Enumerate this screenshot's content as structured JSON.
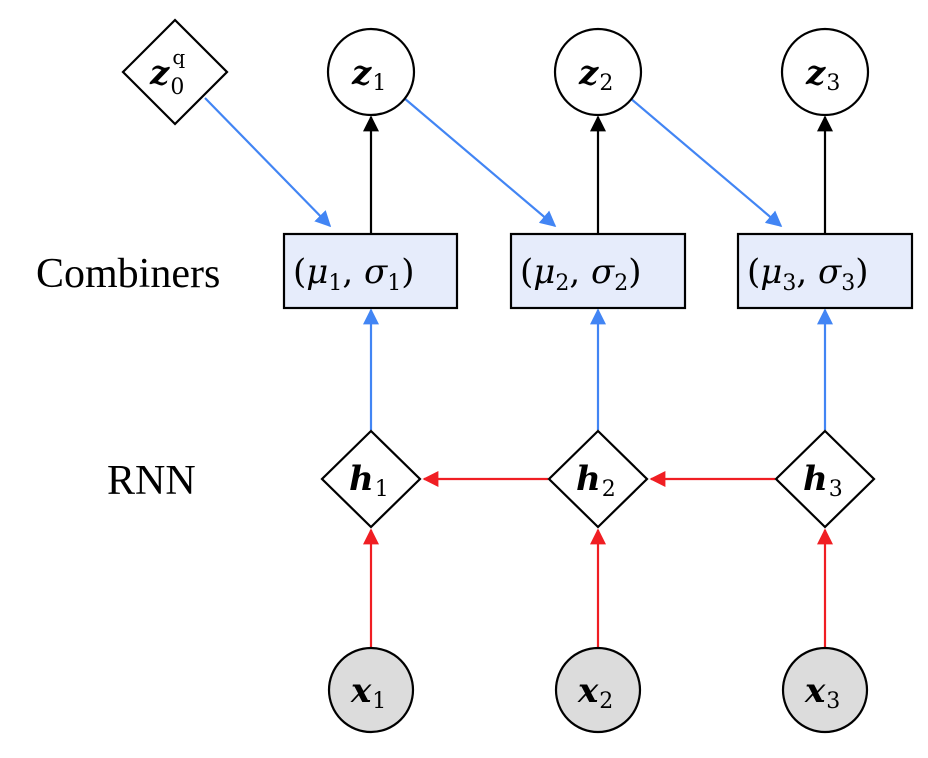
{
  "row_labels": {
    "combiners": "Combiners",
    "rnn": "RNN"
  },
  "nodes": {
    "z0q": {
      "var": "z",
      "sub": "0",
      "sup": "q"
    },
    "z": [
      {
        "var": "z",
        "sub": "1"
      },
      {
        "var": "z",
        "sub": "2"
      },
      {
        "var": "z",
        "sub": "3"
      }
    ],
    "h": [
      {
        "var": "h",
        "sub": "1"
      },
      {
        "var": "h",
        "sub": "2"
      },
      {
        "var": "h",
        "sub": "3"
      }
    ],
    "x": [
      {
        "var": "x",
        "sub": "1"
      },
      {
        "var": "x",
        "sub": "2"
      },
      {
        "var": "x",
        "sub": "3"
      }
    ],
    "combiners": [
      {
        "open": "(",
        "mu": "μ",
        "mu_sub": "1",
        "sep": ", ",
        "sigma": "σ",
        "sigma_sub": "1",
        "close": ")"
      },
      {
        "open": "(",
        "mu": "μ",
        "mu_sub": "2",
        "sep": ", ",
        "sigma": "σ",
        "sigma_sub": "2",
        "close": ")"
      },
      {
        "open": "(",
        "mu": "μ",
        "mu_sub": "3",
        "sep": ", ",
        "sigma": "σ",
        "sigma_sub": "3",
        "close": ")"
      }
    ]
  },
  "colors": {
    "blue_edge": "#4285f4",
    "red_edge": "#f01e23",
    "black_edge": "#000000",
    "combiner_fill": "#e6ecfb",
    "observed_fill": "#dcdcdc",
    "node_fill": "#ffffff"
  }
}
